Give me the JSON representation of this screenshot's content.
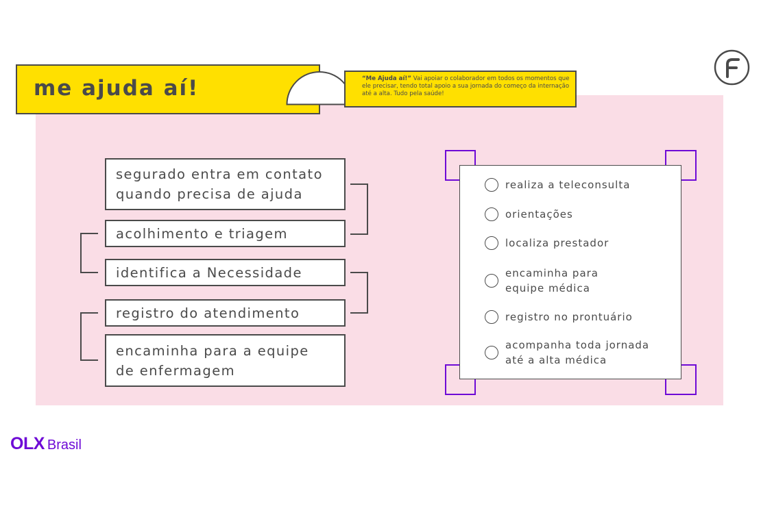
{
  "header": {
    "title": "me ajuda aí!",
    "description_bold": "“Me Ajuda aí!”",
    "description_rest": " Vai apoiar o colaborador em todos os momentos que ele precisar, tendo total apoio a sua jornada do começo da internação até a alta. Tudo pela saúde!"
  },
  "flow_steps": [
    {
      "label_line1": "segurado entra em contato",
      "label_line2": "quando precisa de ajuda"
    },
    {
      "label_line1": "acolhimento e triagem"
    },
    {
      "label_line1": "identifica a Necessidade"
    },
    {
      "label_line1": "registro do atendimento"
    },
    {
      "label_line1": "encaminha para a equipe",
      "label_line2": "de enfermagem"
    }
  ],
  "actions": [
    {
      "line1": "realiza a teleconsulta"
    },
    {
      "line1": "orientações"
    },
    {
      "line1": "localiza prestador"
    },
    {
      "line1": "encaminha para",
      "line2": "equipe médica"
    },
    {
      "line1": "registro no prontuário"
    },
    {
      "line1": "acompanha toda jornada",
      "line2": "até a alta médica"
    }
  ],
  "brand": {
    "olx_mark": "OLX",
    "olx_country": "Brasil",
    "top_right_logo": "f-logo-icon"
  },
  "colors": {
    "yellow": "#ffe000",
    "pink": "#fadde6",
    "purple": "#6e0ad6",
    "ink": "#4a4a4a"
  }
}
